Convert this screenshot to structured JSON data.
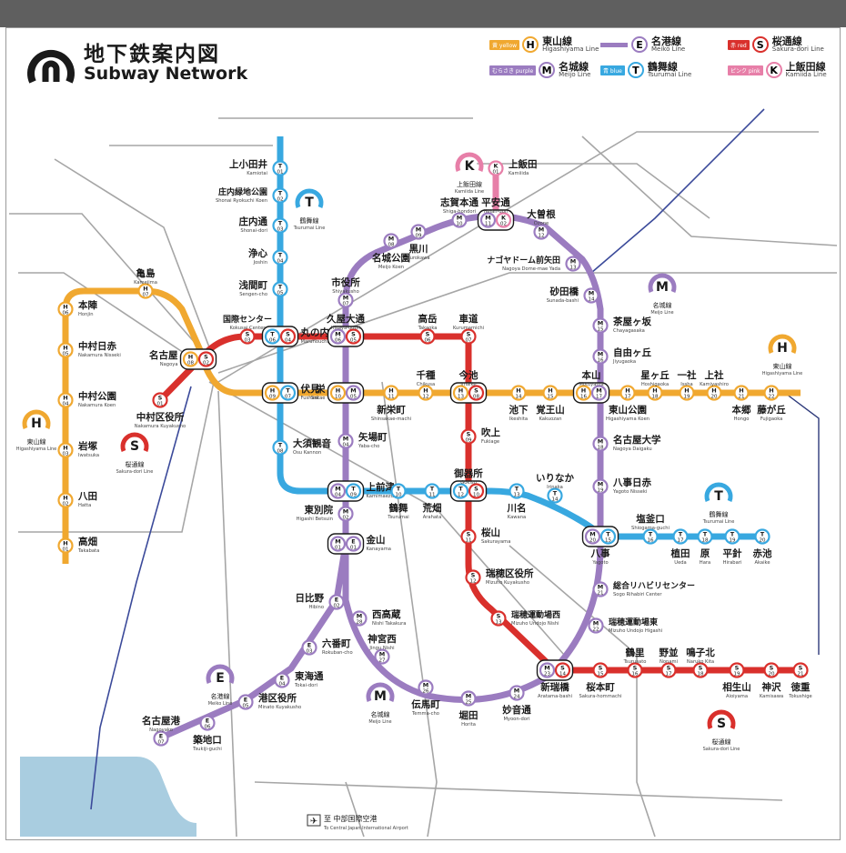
{
  "title": {
    "ja": "地下鉄案内図",
    "en": "Subway Network"
  },
  "legend": [
    {
      "code": "H",
      "ja": "東山線",
      "en": "Higashiyama Line",
      "tag": "黄 yellow",
      "color": "#f0a830"
    },
    {
      "code": "E",
      "ja": "名港線",
      "en": "Meiko Line",
      "tag": "",
      "color": "#9b7cc0"
    },
    {
      "code": "S",
      "ja": "桜通線",
      "en": "Sakura-dori Line",
      "tag": "赤 red",
      "color": "#d9302c"
    },
    {
      "code": "M",
      "ja": "名城線",
      "en": "Meijo Line",
      "tag": "むらさき purple",
      "color": "#9b7cc0"
    },
    {
      "code": "T",
      "ja": "鶴舞線",
      "en": "Tsurumai Line",
      "tag": "青 blue",
      "color": "#38a8e0"
    },
    {
      "code": "K",
      "ja": "上飯田線",
      "en": "Kamiida Line",
      "tag": "ピンク pink",
      "color": "#e77fa8"
    }
  ],
  "colors": {
    "H": "#f0a830",
    "M": "#9b7cc0",
    "S": "#d9302c",
    "T": "#38a8e0",
    "K": "#e77fa8",
    "E": "#9b7cc0",
    "rail": "#a6a6a6",
    "water": "#a9cde0",
    "navy": "#3b4a9a"
  },
  "line_badges": [
    {
      "code": "T",
      "ja": "鶴舞線",
      "en": "Tsurumai Line"
    },
    {
      "code": "K",
      "ja": "上飯田線",
      "en": "Kamiida Line"
    },
    {
      "code": "M",
      "ja": "名城線",
      "en": "Meijo Line"
    },
    {
      "code": "H",
      "ja": "東山線",
      "en": "Higashiyama Line"
    },
    {
      "code": "H",
      "ja": "東山線",
      "en": "Higashiyama Line"
    },
    {
      "code": "S",
      "ja": "桜通線",
      "en": "Sakura-dori Line"
    },
    {
      "code": "T",
      "ja": "鶴舞線",
      "en": "Tsurumai Line"
    },
    {
      "code": "E",
      "ja": "名港線",
      "en": "Meiko Line"
    },
    {
      "code": "M",
      "ja": "名城線",
      "en": "Meijo Line"
    },
    {
      "code": "S",
      "ja": "桜通線",
      "en": "Sakura-dori Line"
    }
  ],
  "stations": [
    {
      "ja": "上小田井",
      "en": "Kamiotai",
      "codes": [
        "T01"
      ]
    },
    {
      "ja": "庄内緑地公園",
      "en": "Shonai Ryokuchi Koen",
      "codes": [
        "T02"
      ]
    },
    {
      "ja": "庄内通",
      "en": "Shonai-dori",
      "codes": [
        "T03"
      ]
    },
    {
      "ja": "浄心",
      "en": "Joshin",
      "codes": [
        "T04"
      ]
    },
    {
      "ja": "浅間町",
      "en": "Sengen-cho",
      "codes": [
        "T05"
      ]
    },
    {
      "ja": "丸の内",
      "en": "Marunouchi",
      "codes": [
        "T06",
        "S04"
      ]
    },
    {
      "ja": "伏見",
      "en": "Fushimi",
      "codes": [
        "H09",
        "T07"
      ]
    },
    {
      "ja": "大須観音",
      "en": "Osu Kannon",
      "codes": [
        "T08"
      ]
    },
    {
      "ja": "上前津",
      "en": "Kamimaezu",
      "codes": [
        "M04",
        "T09"
      ]
    },
    {
      "ja": "鶴舞",
      "en": "Tsurumai",
      "codes": [
        "T10"
      ]
    },
    {
      "ja": "荒畑",
      "en": "Arahata",
      "codes": [
        "T11"
      ]
    },
    {
      "ja": "御器所",
      "en": "Gokiso",
      "codes": [
        "T12",
        "S10"
      ]
    },
    {
      "ja": "川名",
      "en": "Kawana",
      "codes": [
        "T13"
      ]
    },
    {
      "ja": "いりなか",
      "en": "Irinaka",
      "codes": [
        "T14"
      ]
    },
    {
      "ja": "八事",
      "en": "Yagoto",
      "codes": [
        "M20",
        "T15"
      ]
    },
    {
      "ja": "塩釜口",
      "en": "Shiogama-guchi",
      "codes": [
        "T16"
      ]
    },
    {
      "ja": "植田",
      "en": "Ueda",
      "codes": [
        "T17"
      ]
    },
    {
      "ja": "原",
      "en": "Hara",
      "codes": [
        "T18"
      ]
    },
    {
      "ja": "平針",
      "en": "Hirabari",
      "codes": [
        "T19"
      ]
    },
    {
      "ja": "赤池",
      "en": "Akaike",
      "codes": [
        "T20"
      ]
    },
    {
      "ja": "高畑",
      "en": "Takabata",
      "codes": [
        "H01"
      ]
    },
    {
      "ja": "八田",
      "en": "Hatta",
      "codes": [
        "H02"
      ]
    },
    {
      "ja": "岩塚",
      "en": "Iwatsuka",
      "codes": [
        "H03"
      ]
    },
    {
      "ja": "中村公園",
      "en": "Nakamura Koen",
      "codes": [
        "H04"
      ]
    },
    {
      "ja": "中村日赤",
      "en": "Nakamura Nisseki",
      "codes": [
        "H05"
      ]
    },
    {
      "ja": "本陣",
      "en": "Honjin",
      "codes": [
        "H06"
      ]
    },
    {
      "ja": "亀島",
      "en": "Kamejima",
      "codes": [
        "H07"
      ]
    },
    {
      "ja": "名古屋",
      "en": "Nagoya",
      "codes": [
        "H08",
        "S02"
      ]
    },
    {
      "ja": "栄",
      "en": "Sakae",
      "codes": [
        "H10",
        "M05"
      ]
    },
    {
      "ja": "新栄町",
      "en": "Shinsakae-machi",
      "codes": [
        "H11"
      ]
    },
    {
      "ja": "千種",
      "en": "Chikusa",
      "codes": [
        "H12"
      ]
    },
    {
      "ja": "今池",
      "en": "Imaike",
      "codes": [
        "H13",
        "S08"
      ]
    },
    {
      "ja": "池下",
      "en": "Ikeshita",
      "codes": [
        "H14"
      ]
    },
    {
      "ja": "覚王山",
      "en": "Kakuozan",
      "codes": [
        "H15"
      ]
    },
    {
      "ja": "本山",
      "en": "Motoyama",
      "codes": [
        "H16",
        "M17"
      ]
    },
    {
      "ja": "東山公園",
      "en": "Higashiyama Koen",
      "codes": [
        "H17"
      ]
    },
    {
      "ja": "星ヶ丘",
      "en": "Hoshigaoka",
      "codes": [
        "H18"
      ]
    },
    {
      "ja": "一社",
      "en": "Issha",
      "codes": [
        "H19"
      ]
    },
    {
      "ja": "上社",
      "en": "Kamiyashiro",
      "codes": [
        "H20"
      ]
    },
    {
      "ja": "本郷",
      "en": "Hongo",
      "codes": [
        "H21"
      ]
    },
    {
      "ja": "藤が丘",
      "en": "Fujigaoka",
      "codes": [
        "H22"
      ]
    },
    {
      "ja": "中村区役所",
      "en": "Nakamura Kuyakusho",
      "codes": [
        "S01"
      ]
    },
    {
      "ja": "国際センター",
      "en": "Kokusai Center",
      "codes": [
        "S03"
      ]
    },
    {
      "ja": "久屋大通",
      "en": "Hisaya-odori",
      "codes": [
        "M06",
        "S05"
      ]
    },
    {
      "ja": "高岳",
      "en": "Takaoka",
      "codes": [
        "S06"
      ]
    },
    {
      "ja": "車道",
      "en": "Kurumamichi",
      "codes": [
        "S07"
      ]
    },
    {
      "ja": "吹上",
      "en": "Fukiage",
      "codes": [
        "S09"
      ]
    },
    {
      "ja": "桜山",
      "en": "Sakurayama",
      "codes": [
        "S11"
      ]
    },
    {
      "ja": "瑞穂区役所",
      "en": "Mizuho Kuyakusho",
      "codes": [
        "S12"
      ]
    },
    {
      "ja": "瑞穂運動場西",
      "en": "Mizuho Undojo Nishi",
      "codes": [
        "S13"
      ]
    },
    {
      "ja": "新瑞橋",
      "en": "Aratama-bashi",
      "codes": [
        "M23",
        "S14"
      ]
    },
    {
      "ja": "桜本町",
      "en": "Sakura-hommachi",
      "codes": [
        "S15"
      ]
    },
    {
      "ja": "鶴里",
      "en": "Tsurusato",
      "codes": [
        "S16"
      ]
    },
    {
      "ja": "野並",
      "en": "Nonami",
      "codes": [
        "S17"
      ]
    },
    {
      "ja": "鳴子北",
      "en": "Naruko Kita",
      "codes": [
        "S18"
      ]
    },
    {
      "ja": "相生山",
      "en": "Aioiyama",
      "codes": [
        "S19"
      ]
    },
    {
      "ja": "神沢",
      "en": "Kamisawa",
      "codes": [
        "S20"
      ]
    },
    {
      "ja": "徳重",
      "en": "Tokushige",
      "codes": [
        "S21"
      ]
    },
    {
      "ja": "金山",
      "en": "Kanayama",
      "codes": [
        "M01",
        "E01"
      ]
    },
    {
      "ja": "東別院",
      "en": "Higashi Betsuin",
      "codes": [
        "M02"
      ]
    },
    {
      "ja": "矢場町",
      "en": "Yaba-cho",
      "codes": [
        "M04"
      ]
    },
    {
      "ja": "市役所",
      "en": "Shiyakusho",
      "codes": [
        "M07"
      ]
    },
    {
      "ja": "名城公園",
      "en": "Meijo Koen",
      "codes": [
        "M08"
      ]
    },
    {
      "ja": "黒川",
      "en": "Kurokawa",
      "codes": [
        "M09"
      ]
    },
    {
      "ja": "志賀本通",
      "en": "Shiga-hondori",
      "codes": [
        "M10"
      ]
    },
    {
      "ja": "平安通",
      "en": "Heian-dori",
      "codes": [
        "M11",
        "K02"
      ]
    },
    {
      "ja": "大曽根",
      "en": "Ozone",
      "codes": [
        "M12"
      ]
    },
    {
      "ja": "ナゴヤドーム前矢田",
      "en": "Nagoya Dome-mae Yada",
      "codes": [
        "M13"
      ]
    },
    {
      "ja": "砂田橋",
      "en": "Sunada-bashi",
      "codes": [
        "M14"
      ]
    },
    {
      "ja": "茶屋ヶ坂",
      "en": "Chayagasaka",
      "codes": [
        "M15"
      ]
    },
    {
      "ja": "自由ヶ丘",
      "en": "Jiyugaoka",
      "codes": [
        "M16"
      ]
    },
    {
      "ja": "名古屋大学",
      "en": "Nagoya Daigaku",
      "codes": [
        "M18"
      ]
    },
    {
      "ja": "八事日赤",
      "en": "Yagoto Nisseki",
      "codes": [
        "M19"
      ]
    },
    {
      "ja": "総合リハビリセンター",
      "en": "Sogo Rihabiri Center",
      "codes": [
        "M21"
      ]
    },
    {
      "ja": "瑞穂運動場東",
      "en": "Mizuho Undojo Higashi",
      "codes": [
        "M22"
      ]
    },
    {
      "ja": "妙音通",
      "en": "Myoon-dori",
      "codes": [
        "M24"
      ]
    },
    {
      "ja": "堀田",
      "en": "Horita",
      "codes": [
        "M25"
      ]
    },
    {
      "ja": "伝馬町",
      "en": "Temma-cho",
      "codes": [
        "M26"
      ]
    },
    {
      "ja": "神宮西",
      "en": "Jingu Nishi",
      "codes": [
        "M27"
      ]
    },
    {
      "ja": "西高蔵",
      "en": "Nishi Takakura",
      "codes": [
        "M28"
      ]
    },
    {
      "ja": "日比野",
      "en": "Hibino",
      "codes": [
        "E02"
      ]
    },
    {
      "ja": "六番町",
      "en": "Rokuban-cho",
      "codes": [
        "E03"
      ]
    },
    {
      "ja": "東海通",
      "en": "Tokai-dori",
      "codes": [
        "E04"
      ]
    },
    {
      "ja": "港区役所",
      "en": "Minato Kuyakusho",
      "codes": [
        "E05"
      ]
    },
    {
      "ja": "築地口",
      "en": "Tsukiji-guchi",
      "codes": [
        "E06"
      ]
    },
    {
      "ja": "名古屋港",
      "en": "Nagoyako",
      "codes": [
        "E07"
      ]
    },
    {
      "ja": "上飯田",
      "en": "Kamiiida",
      "codes": [
        "K01"
      ]
    }
  ],
  "airport_note": {
    "ja": "至 中部国際空港",
    "en": "To Central Japan International Airport"
  }
}
